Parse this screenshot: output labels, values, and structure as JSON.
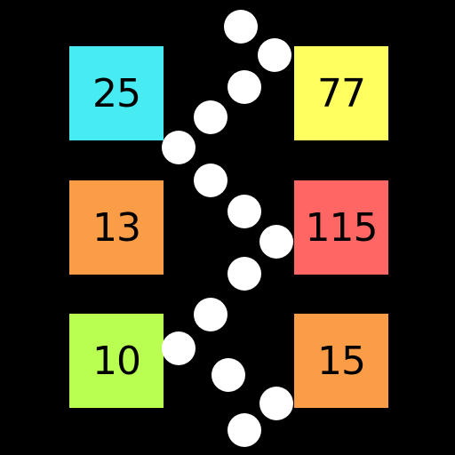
{
  "background_color": "#000000",
  "ball_color": "#ffffff",
  "blocks": [
    {
      "id": "b-l1",
      "value": "25",
      "color": "#47ebf2"
    },
    {
      "id": "b-l2",
      "value": "13",
      "color": "#fb9d47"
    },
    {
      "id": "b-l3",
      "value": "10",
      "color": "#b9ff52"
    },
    {
      "id": "b-r1",
      "value": "77",
      "color": "#ffff5f"
    },
    {
      "id": "b-r2",
      "value": "115",
      "color": "#ff6664"
    },
    {
      "id": "b-r3",
      "value": "15",
      "color": "#fb9d47"
    }
  ]
}
